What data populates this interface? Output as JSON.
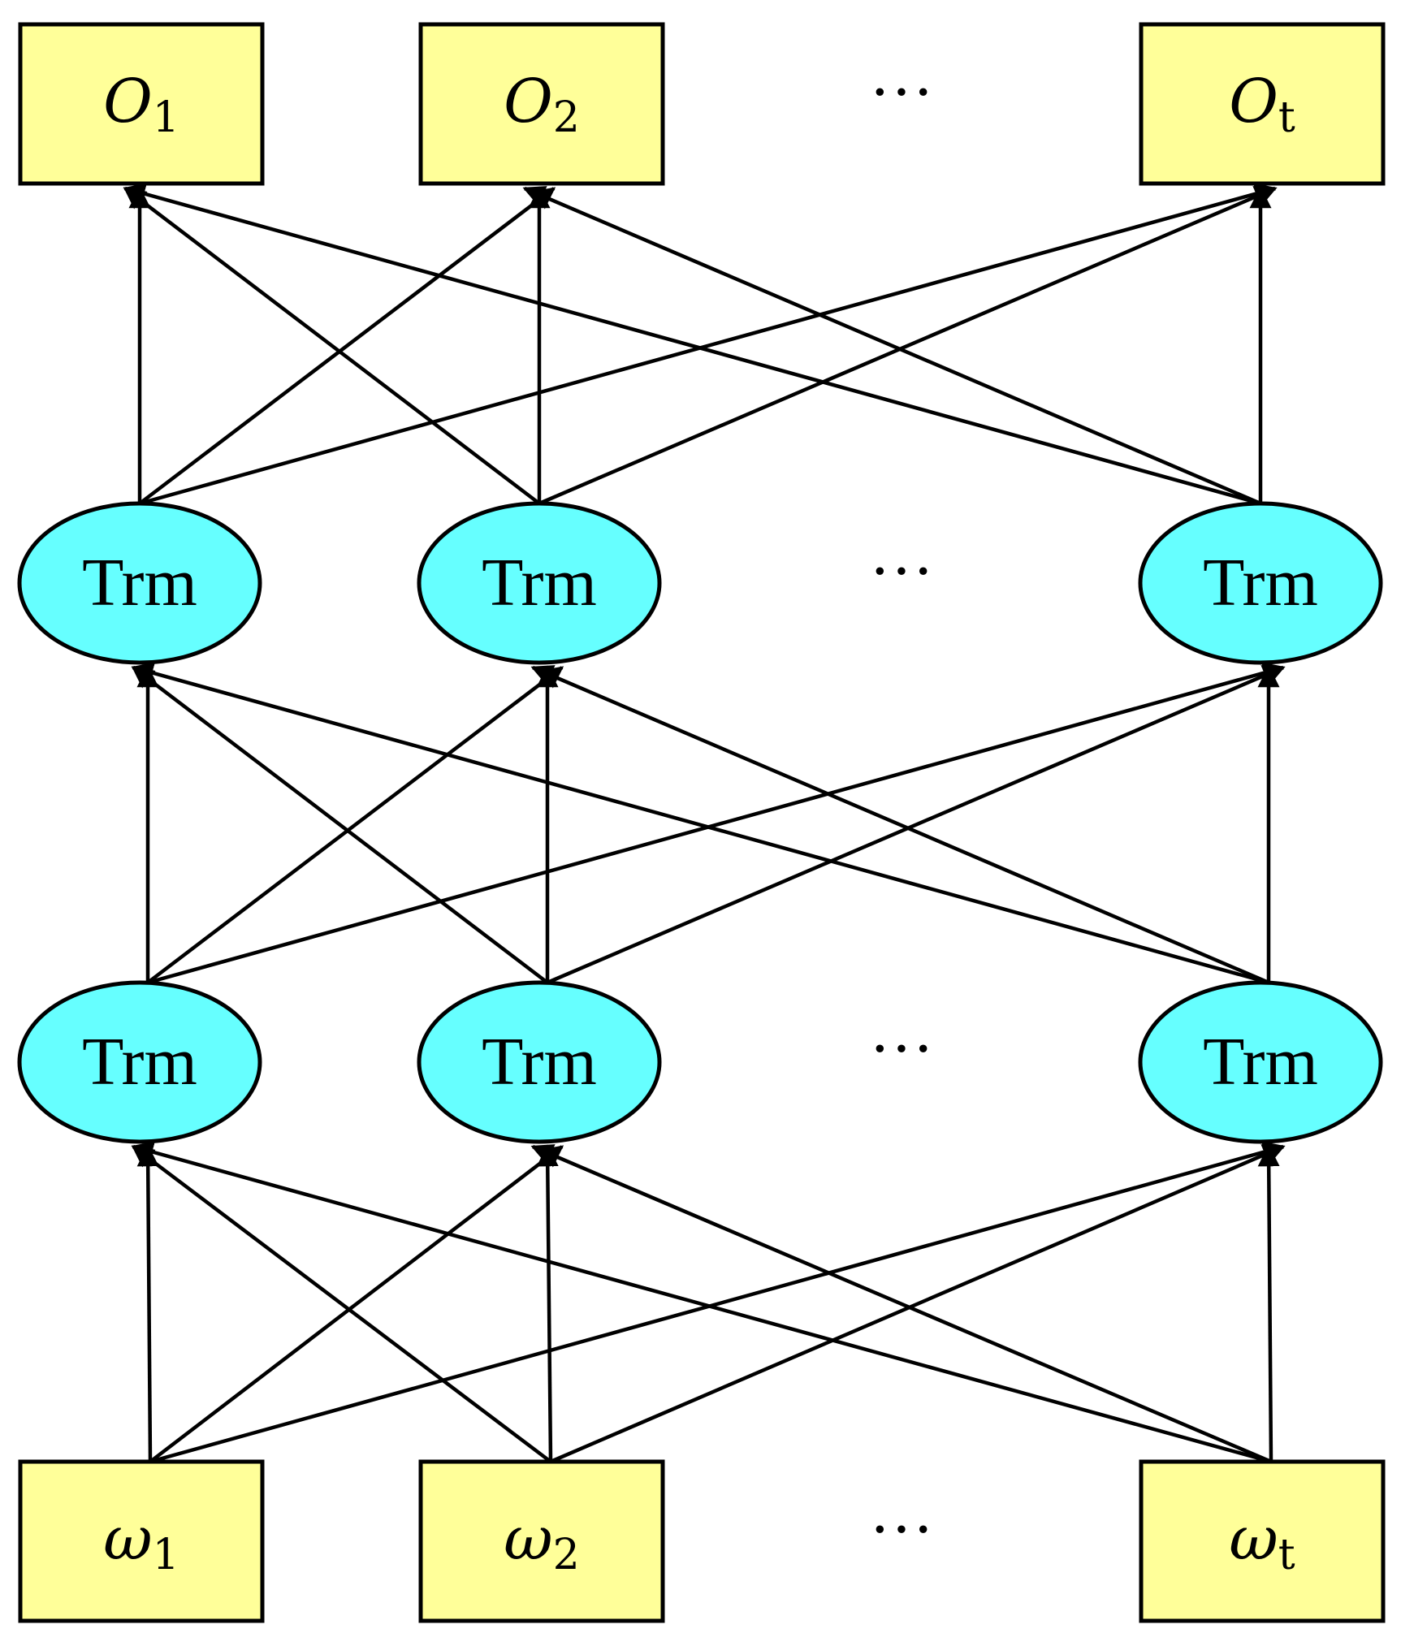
{
  "colors": {
    "box_fill": "#ffff99",
    "node_fill": "#66ffff",
    "stroke": "#000000"
  },
  "outputs": [
    {
      "base": "O",
      "sub": "1"
    },
    {
      "base": "O",
      "sub": "2"
    },
    {
      "base": "O",
      "sub": "t"
    }
  ],
  "layer2": [
    "Trm",
    "Trm",
    "Trm"
  ],
  "layer1": [
    "Trm",
    "Trm",
    "Trm"
  ],
  "inputs": [
    {
      "base": "ω",
      "sub": "1"
    },
    {
      "base": "ω",
      "sub": "2"
    },
    {
      "base": "ω",
      "sub": "t"
    }
  ],
  "ellipsis": "···"
}
